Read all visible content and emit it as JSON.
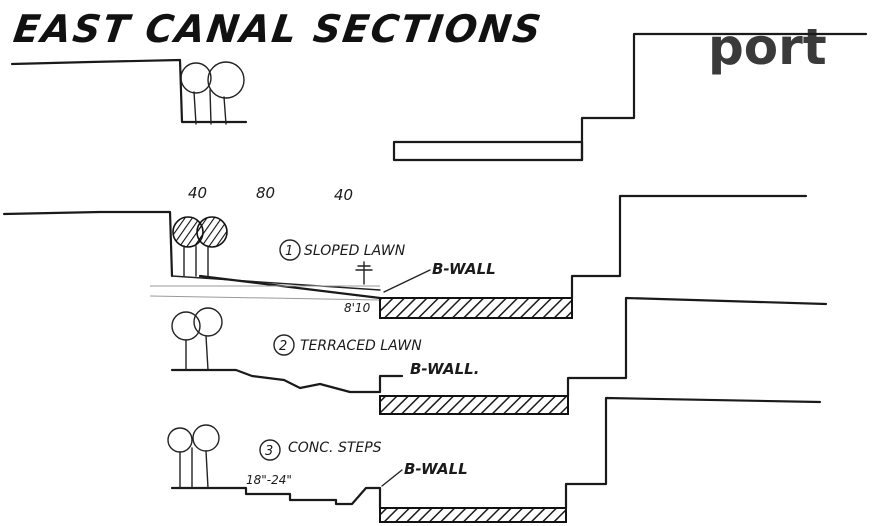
{
  "title": "EAST CANAL SECTIONS",
  "logo": "port",
  "dimensions": [
    "40",
    "80",
    "40"
  ],
  "sections": [
    {
      "number": "1",
      "label": "SLOPED LAWN",
      "wall": "B-WALL",
      "note": "8'10"
    },
    {
      "number": "2",
      "label": "TERRACED LAWN",
      "wall": "B-WALL."
    },
    {
      "number": "3",
      "label": "CONC. STEPS",
      "wall": "B-WALL",
      "note": "18\"-24\""
    }
  ]
}
